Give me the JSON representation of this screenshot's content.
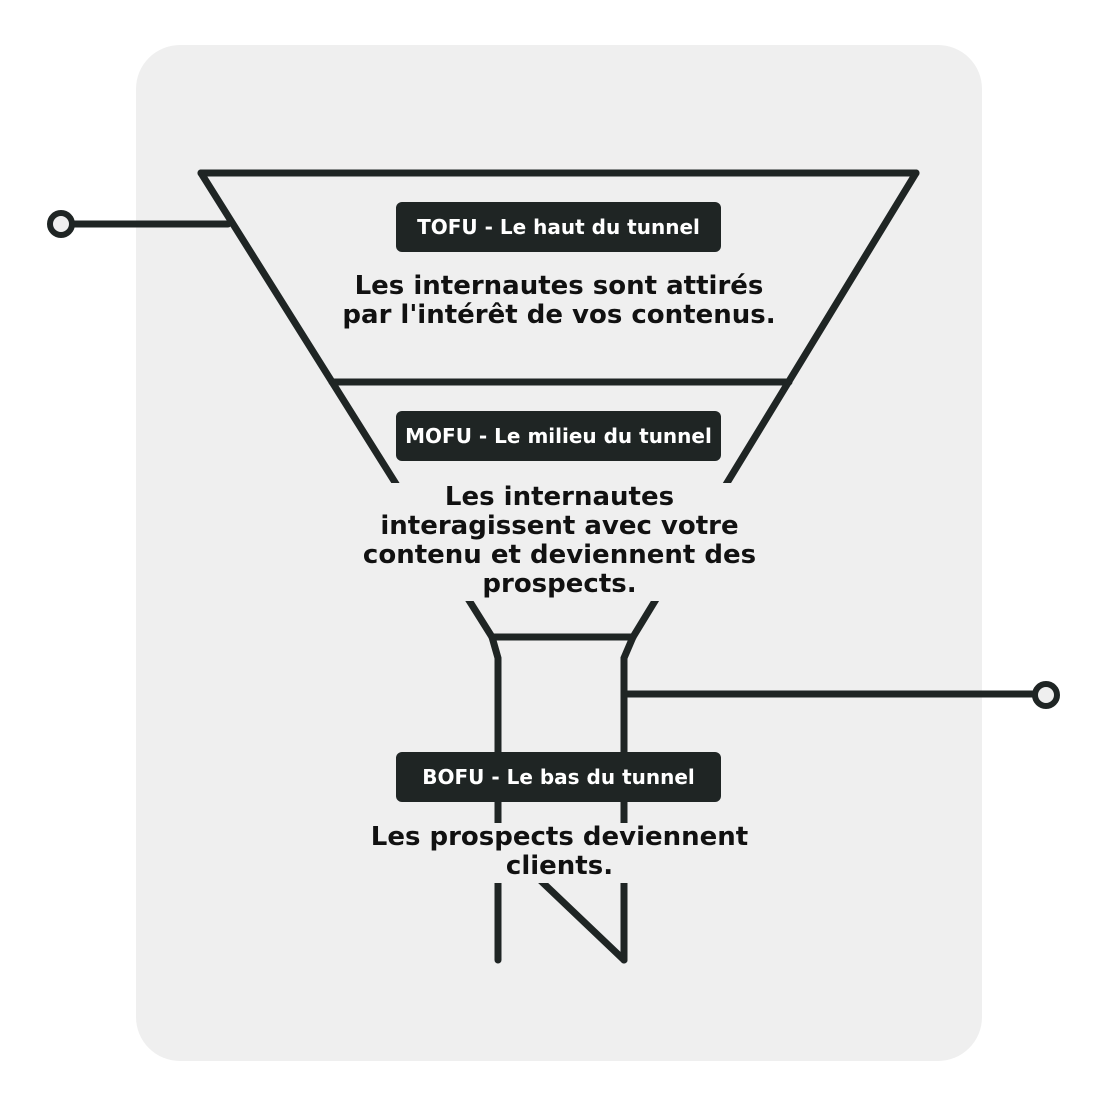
{
  "colors": {
    "background": "#ffffff",
    "card": "#efefef",
    "ink": "#1f2524",
    "label_text": "#ffffff"
  },
  "stages": [
    {
      "label": "TOFU - Le haut du tunnel",
      "description": "Les internautes sont attirés par l'intérêt de vos contenus."
    },
    {
      "label": "MOFU - Le milieu du tunnel",
      "description": "Les internautes interagissent avec votre contenu et deviennent des prospects."
    },
    {
      "label": "BOFU - Le bas du tunnel",
      "description": "Les prospects deviennent clients."
    }
  ]
}
